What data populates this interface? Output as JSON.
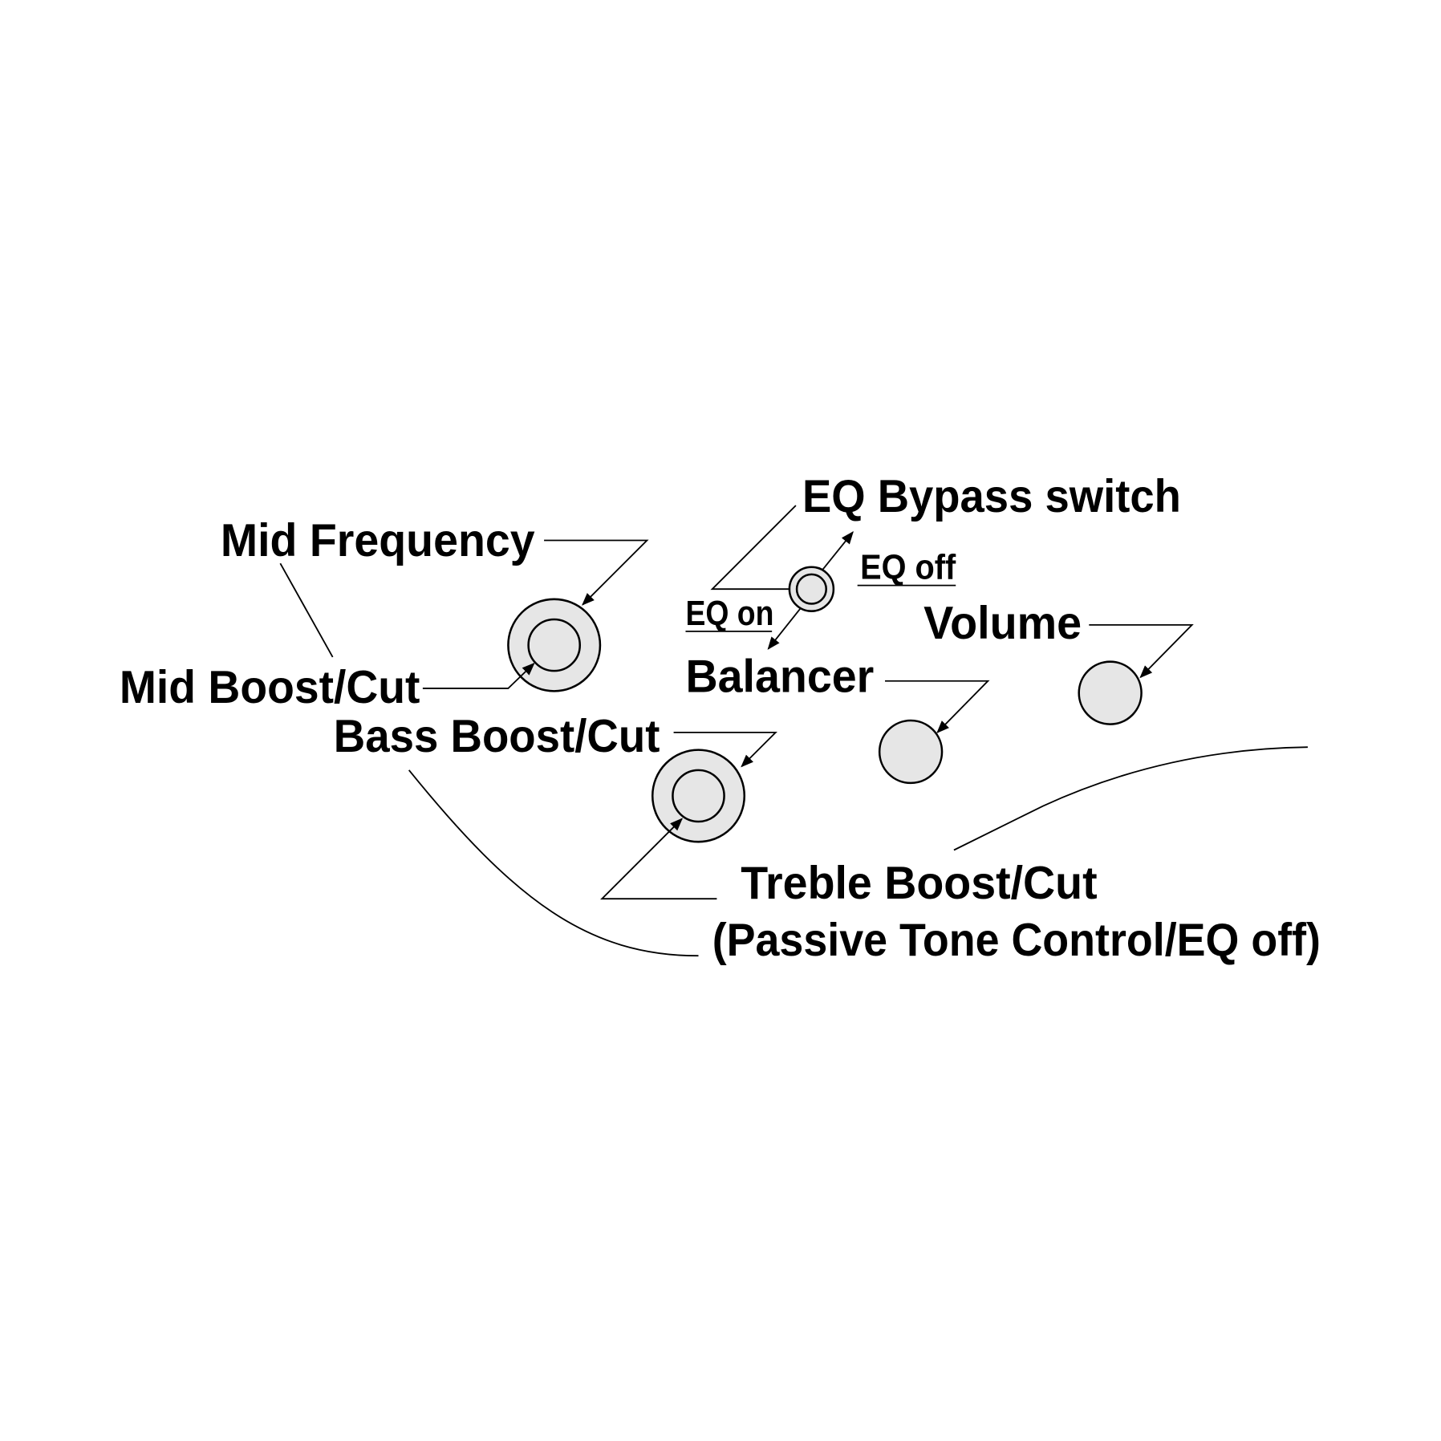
{
  "labels": {
    "mid_frequency": "Mid Frequency",
    "mid_boost_cut": "Mid Boost/Cut",
    "bass_boost_cut": "Bass Boost/Cut",
    "treble_boost_cut": "Treble Boost/Cut",
    "treble_note": "(Passive Tone Control/EQ off)",
    "eq_bypass_switch": "EQ Bypass switch",
    "eq_on": "EQ on",
    "eq_off": "EQ off",
    "volume": "Volume",
    "balancer": "Balancer"
  },
  "colors": {
    "knob_fill": "#e6e6e6",
    "line": "#000000"
  }
}
